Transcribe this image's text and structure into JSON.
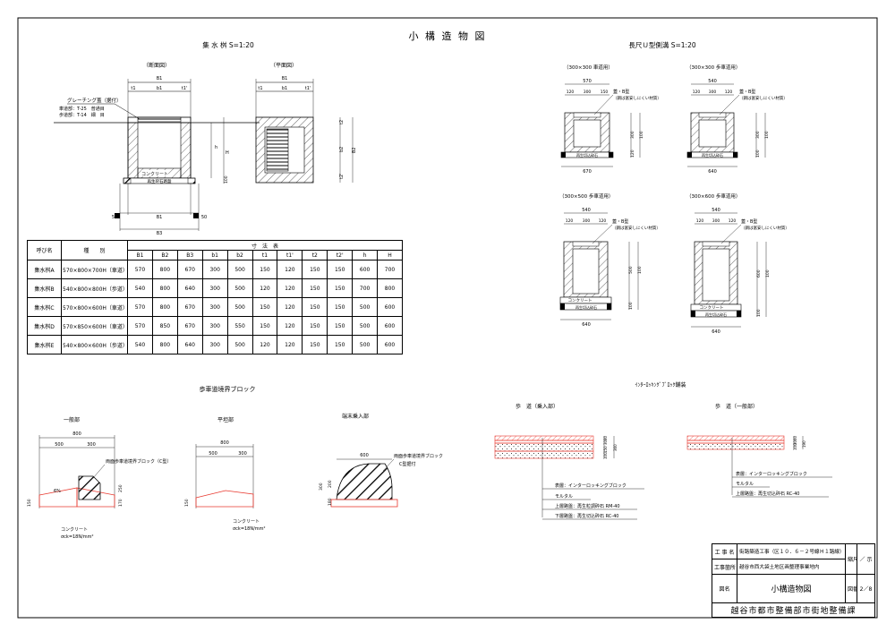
{
  "title": "小 構 造 物 図",
  "catch_basin": {
    "title": "集 水 桝 S=1:20",
    "section_label": "（断面図）",
    "plan_label": "（平面図）",
    "grating_label": "グレーチング蓋（据付）",
    "grating_line1": "車道部：T-25　普通目",
    "grating_line2": "歩道部：T-14　細　目",
    "concrete_label": "コンクリート",
    "base_label": "再生砕石路盤",
    "dim_B1": "B1",
    "dim_b1": "b1",
    "dim_t1": "t1",
    "dim_t1p": "t1'",
    "dim_h": "h",
    "dim_H": "H",
    "dim_t2": "t2",
    "dim_t2p": "t2'",
    "dim_B2": "B2",
    "dim_b2": "b2",
    "dim_B3": "B3",
    "dim_50": "50",
    "dim_100": "100"
  },
  "dimension_table": {
    "name_header": "呼び名",
    "type_header": "種　　別",
    "dims_header": "寸　法　表",
    "columns": [
      "B1",
      "B2",
      "B3",
      "b1",
      "b2",
      "t1",
      "t1'",
      "t2",
      "t2'",
      "h",
      "H"
    ],
    "rows": [
      {
        "name": "集水桝A",
        "type": "570×800×700H（車道）",
        "values": [
          "570",
          "800",
          "670",
          "300",
          "500",
          "150",
          "120",
          "150",
          "150",
          "600",
          "700"
        ]
      },
      {
        "name": "集水桝B",
        "type": "540×800×800H（歩道）",
        "values": [
          "540",
          "800",
          "640",
          "300",
          "500",
          "120",
          "120",
          "150",
          "150",
          "700",
          "800"
        ]
      },
      {
        "name": "集水桝C",
        "type": "570×800×600H（車道）",
        "values": [
          "570",
          "800",
          "670",
          "300",
          "500",
          "150",
          "120",
          "150",
          "150",
          "500",
          "600"
        ]
      },
      {
        "name": "集水桝D",
        "type": "570×850×600H（車道）",
        "values": [
          "570",
          "850",
          "670",
          "300",
          "550",
          "150",
          "120",
          "150",
          "150",
          "500",
          "600"
        ]
      },
      {
        "name": "集水桝E",
        "type": "540×800×600H（歩道）",
        "values": [
          "540",
          "800",
          "640",
          "300",
          "500",
          "120",
          "120",
          "150",
          "150",
          "500",
          "600"
        ]
      }
    ]
  },
  "u_gutter": {
    "title": "長尺Ｕ型側溝 S=1:20",
    "d1_label": "（300×300 車道用）",
    "d2_label": "（300×300 歩車道用）",
    "d3_label": "（300×500 歩車道用）",
    "d4_label": "（300×600 歩車道用）",
    "lid1": "蓋・B型",
    "lid2": "蓋・B型",
    "lid3": "蓋・B型",
    "lid4": "蓋・B型",
    "lid_note": "（鋼は富安しにくい材質）",
    "d1_top": "570",
    "d1_bottom": "670",
    "d1_parts": [
      "120",
      "300",
      "150"
    ],
    "d1_side": [
      "100",
      "300",
      "120"
    ],
    "d2_top": "540",
    "d2_bottom": "640",
    "d2_parts": [
      "120",
      "300",
      "120"
    ],
    "d2_side": [
      "100",
      "300",
      "100"
    ],
    "d3_top": "540",
    "d3_bottom": "640",
    "d3_parts": [
      "120",
      "300",
      "120"
    ],
    "d3_side": [
      "100",
      "500",
      "100"
    ],
    "d4_top": "540",
    "d4_bottom": "640",
    "d4_parts": [
      "120",
      "300",
      "120"
    ],
    "d4_side": [
      "100",
      "600",
      "100"
    ],
    "base_label": "再生切込砕石",
    "concrete_label": "コンクリート",
    "base_label2": "再生切込砕石"
  },
  "curb": {
    "title": "歩車道境界ブロック",
    "general_label": "一般部",
    "flat_label": "平坦部",
    "end_label": "端末乗入部",
    "dim_800a": "800",
    "dim_500a": "500",
    "dim_300a": "300",
    "dim_800b": "800",
    "dim_500b": "500",
    "dim_300b": "300",
    "dim_600": "600",
    "slope": "6%",
    "block_label_a": "両面歩車道境界ブロック（C型）",
    "block_label_b1": "両面歩車道境界ブロック",
    "block_label_b2": "C型据付",
    "concrete_a": "コンクリート",
    "strength_a": "σck=18N/mm²",
    "concrete_b": "コンクリート",
    "strength_b": "σck=18N/mm²",
    "dim_250": "250",
    "dim_150": "150",
    "dim_170": "170",
    "dim_200": "200",
    "dim_300": "300",
    "dim_180": "180"
  },
  "paving": {
    "title": "ｲﾝﾀｰﾛｯｷﾝｸﾞﾌﾞﾛｯｸ舗装",
    "entry_label": "歩　道（乗入部）",
    "general_label": "歩　道（一般部）",
    "entry_layers": [
      "表層：インターロッキングブロック",
      "モルタル",
      "上層路盤：再生粒調砕石 RM-40",
      "下層路盤：再生切込砕石 RC-40"
    ],
    "general_layers": [
      "表層：インターロッキングブロック",
      "モルタル",
      "上層路盤：再生切込砕石 RC-40"
    ],
    "entry_dims": [
      "80",
      "30",
      "150",
      "100",
      "360"
    ],
    "general_dims": [
      "60",
      "30",
      "100",
      "190"
    ]
  },
  "title_block": {
    "project_label": "工 事 名",
    "project_value": "街路築造工事（区１０．６－２号線Ｈ１路線）",
    "location_label": "工事箇所",
    "location_value": "越谷市西大袋土地区画整理事業地内",
    "drawing_label": "図名",
    "drawing_value": "小構造物図",
    "scale_label": "縮尺",
    "scale_value": "／",
    "scale_side": "示",
    "sheet_label": "図番",
    "sheet_no": "2",
    "sheet_of": "8",
    "sheet_slash": "／",
    "org": "越谷市都市整備部市街地整備課"
  },
  "colors": {
    "line": "#000000",
    "red": "#e8382e"
  }
}
